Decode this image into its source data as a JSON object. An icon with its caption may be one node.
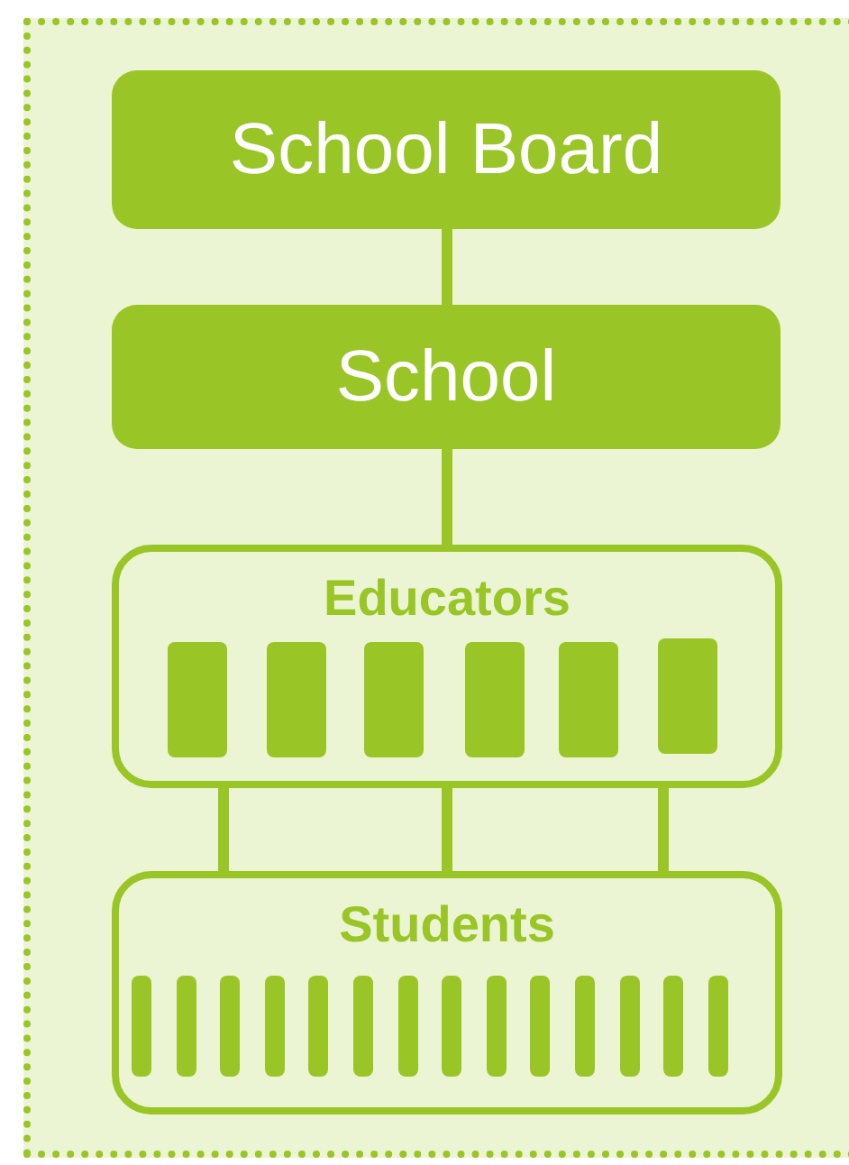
{
  "diagram": {
    "nodes": [
      {
        "text": [
          "School Board"
        ]
      },
      {
        "text": [
          "School"
        ]
      },
      {
        "text": [
          "Educators"
        ]
      },
      {
        "text": [
          "Students"
        ]
      },
      {
        "text": [],
        "shape": "bar",
        "in": 2
      },
      {
        "text": [],
        "shape": "bar",
        "in": 2
      },
      {
        "text": [],
        "shape": "bar",
        "in": 2
      },
      {
        "text": [],
        "shape": "bar",
        "in": 2
      },
      {
        "text": [],
        "shape": "bar",
        "in": 2
      },
      {
        "text": [],
        "shape": "bar",
        "in": 2
      },
      {
        "text": [],
        "shape": "bar",
        "in": 3
      },
      {
        "text": [],
        "shape": "bar",
        "in": 3
      },
      {
        "text": [],
        "shape": "bar",
        "in": 3
      },
      {
        "text": [],
        "shape": "bar",
        "in": 3
      },
      {
        "text": [],
        "shape": "bar",
        "in": 3
      },
      {
        "text": [],
        "shape": "bar",
        "in": 3
      },
      {
        "text": [],
        "shape": "bar",
        "in": 3
      },
      {
        "text": [],
        "shape": "bar",
        "in": 3
      },
      {
        "text": [],
        "shape": "bar",
        "in": 3
      },
      {
        "text": [],
        "shape": "bar",
        "in": 3
      },
      {
        "text": [],
        "shape": "bar",
        "in": 3
      },
      {
        "text": [],
        "shape": "bar",
        "in": 3
      },
      {
        "text": [],
        "shape": "bar",
        "in": 3
      },
      {
        "text": [],
        "shape": "bar",
        "in": 3
      }
    ],
    "edges": [
      {
        "from": 0,
        "to": 1,
        "arrow": "none"
      },
      {
        "from": 1,
        "to": 2,
        "arrow": "none"
      },
      {
        "from": 2,
        "to": 3,
        "arrow": "none"
      },
      {
        "from": 2,
        "to": 3,
        "arrow": "none"
      },
      {
        "from": 2,
        "to": 3,
        "arrow": "none"
      }
    ]
  }
}
